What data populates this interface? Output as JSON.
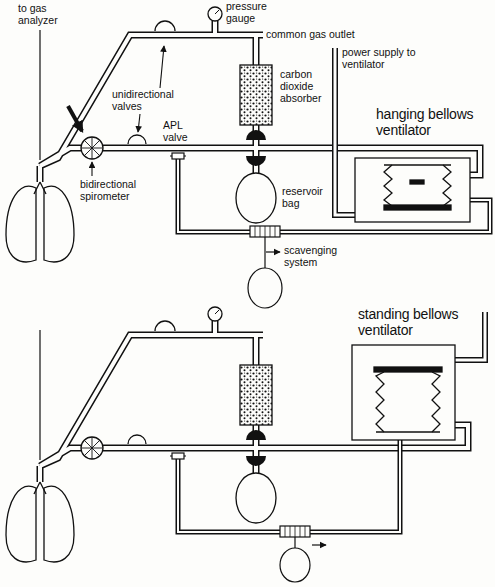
{
  "diagram": {
    "labels": [
      "to gas analyzer",
      "pressure gauge",
      "common gas outlet",
      "unidirectional valves",
      "carbon dioxide absorber",
      "power supply to ventilator",
      "hanging bellows ventilator",
      "bidirectional spirometer",
      "APL valve",
      "reservoir bag",
      "scavenging system",
      "standing bellows ventilator"
    ]
  }
}
